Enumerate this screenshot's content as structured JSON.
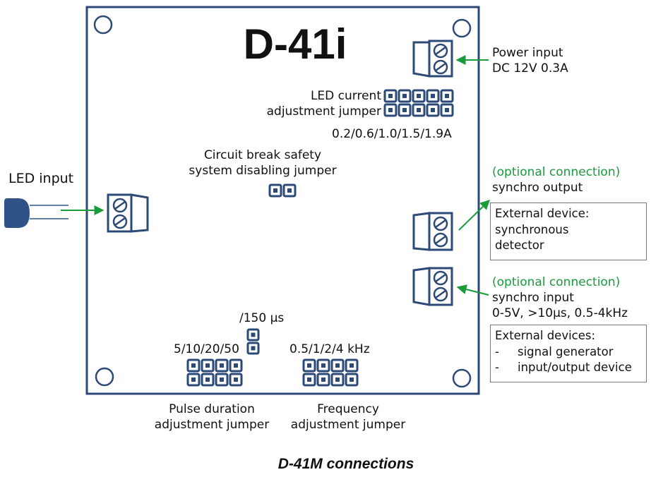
{
  "board": {
    "title": "D-41i"
  },
  "labels": {
    "led_input": "LED input",
    "power_input": [
      "Power input",
      "DC 12V 0.3A"
    ],
    "led_current_jumper": [
      "LED current",
      "adjustment jumper"
    ],
    "led_current_values": "0.2/0.6/1.0/1.5/1.9A",
    "circuit_break_jumper": [
      "Circuit break safety",
      "system disabling jumper"
    ],
    "sync_output": {
      "optional": "(optional connection)",
      "name": "synchro output"
    },
    "sync_input": {
      "optional": "(optional connection)",
      "name": "synchro input",
      "spec": "0-5V, >10µs, 0.5-4kHz"
    },
    "pulse_150": "/150 µs",
    "pulse_values": "5/10/20/50",
    "freq_values": "0.5/1/2/4 kHz",
    "pulse_jumper": [
      "Pulse duration",
      "adjustment jumper"
    ],
    "freq_jumper": [
      "Frequency",
      "adjustment jumper"
    ]
  },
  "external_boxes": {
    "detector": [
      "External device:",
      "synchronous",
      "detector"
    ],
    "generator": {
      "title": "External devices:",
      "items": [
        "signal generator",
        "input/output device"
      ],
      "bullet": "-"
    }
  },
  "caption": "D-41M connections",
  "colors": {
    "board_outline": "#2d4a77",
    "arrow": "#1a9b3c",
    "led_body": "#2f5387"
  }
}
